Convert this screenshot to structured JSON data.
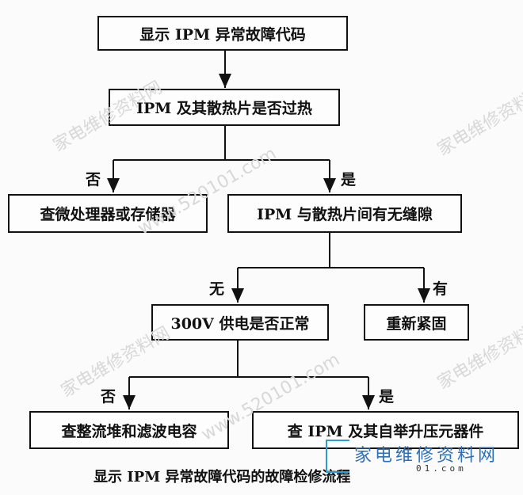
{
  "nodes": {
    "display_code": "显示 IPM  异常故障代码",
    "overheat_check": "IPM 及其散热片是否过热",
    "check_mcu": "查微处理器或存储器",
    "gap_check": "IPM 与散热片间有无缝隙",
    "power_check": "300V 供电是否正常",
    "retighten": "重新紧固",
    "check_rectifier": "查整流堆和滤波电容",
    "check_bootstrap": "查 IPM 及其自举升压元器件"
  },
  "branches": {
    "overheat_no": "否",
    "overheat_yes": "是",
    "gap_none": "无",
    "gap_has": "有",
    "power_no": "否",
    "power_yes": "是"
  },
  "caption": "显示 IPM 异常故障代码的故障检修流程",
  "watermark": {
    "text": "家电维修资料网",
    "url": "www.520101.com",
    "logo_text": "家电维修资料网",
    "logo_sub": "01.com",
    "color": "#2d6fb8"
  }
}
